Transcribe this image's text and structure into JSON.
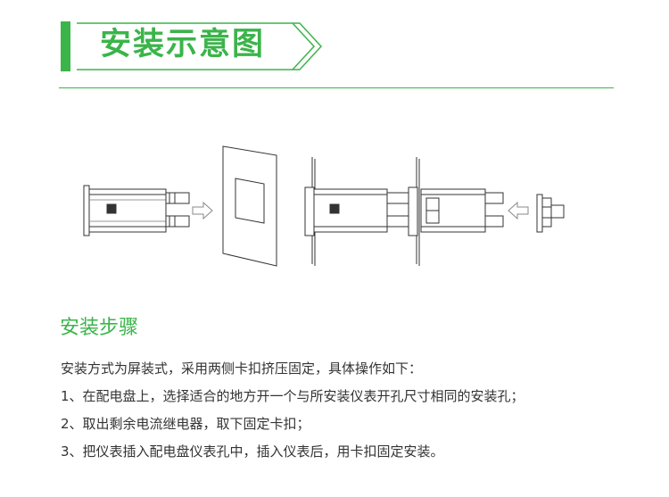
{
  "header": {
    "title": "安装示意图"
  },
  "colors": {
    "accent": "#3bb44a",
    "text": "#333333",
    "line": "#3bb44a"
  },
  "section": {
    "heading": "安装步骤"
  },
  "steps": [
    "安装方式为屏装式，采用两侧卡扣挤压固定，具体操作如下：",
    "1、在配电盘上，选择适合的地方开一个与所安装仪表开孔尺寸相同的安装孔；",
    "2、取出剩余电流继电器，取下固定卡扣；",
    "3、把仪表插入配电盘仪表孔中，插入仪表后，用卡扣固定安装。"
  ]
}
